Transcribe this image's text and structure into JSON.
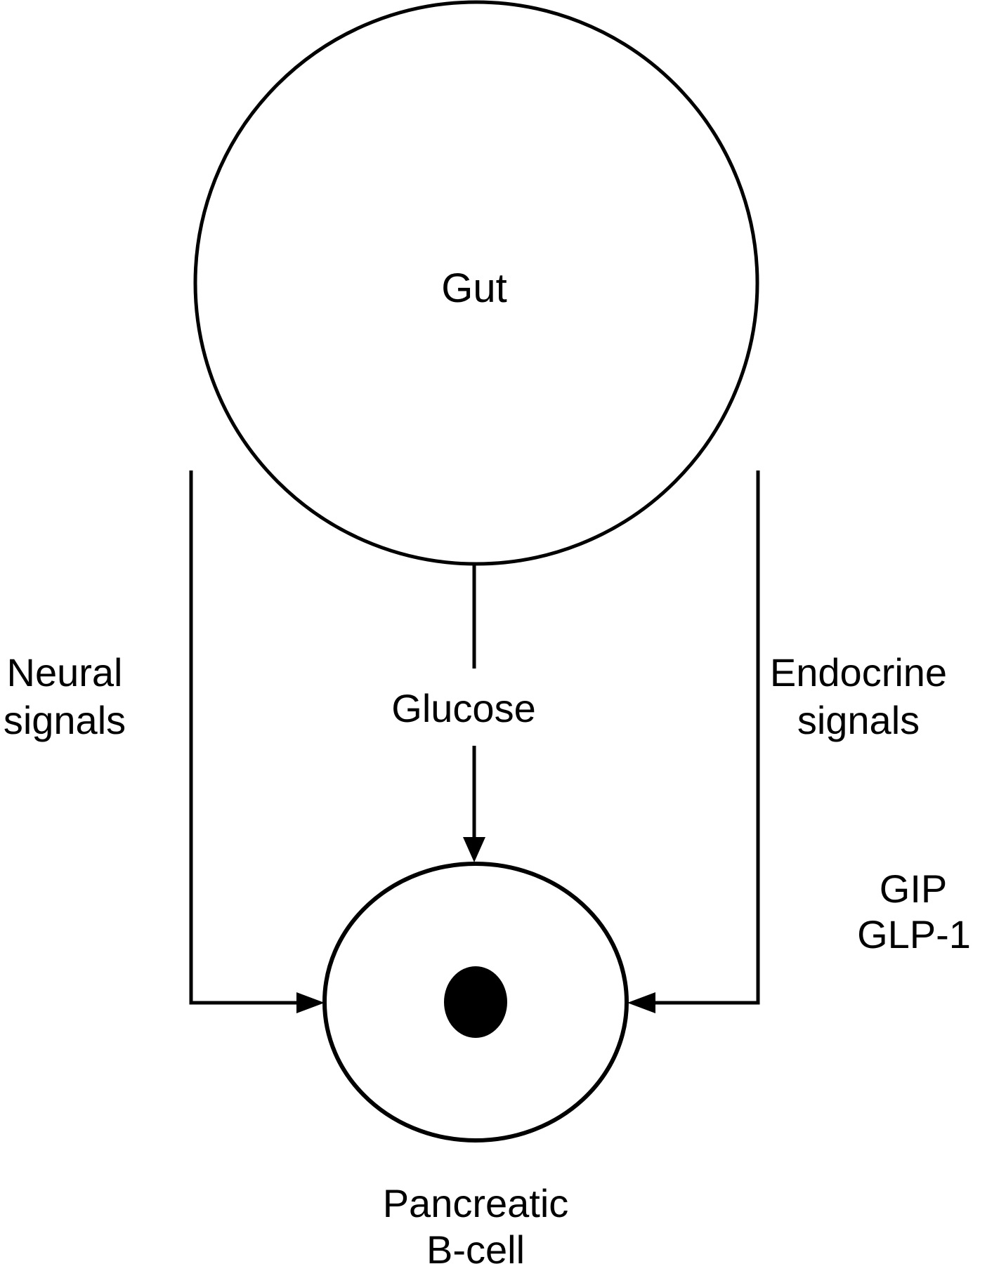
{
  "diagram": {
    "nodes": {
      "gut": {
        "label": "Gut"
      },
      "pancreatic_bcell": {
        "label_line1": "Pancreatic",
        "label_line2": "B-cell"
      }
    },
    "edges": {
      "neural": {
        "label_line1": "Neural",
        "label_line2": "signals"
      },
      "glucose": {
        "label": "Glucose"
      },
      "endocrine": {
        "label_line1": "Endocrine",
        "label_line2": "signals",
        "hormones_line1": "GIP",
        "hormones_line2": "GLP-1"
      }
    },
    "colors": {
      "stroke": "#000000",
      "background": "#ffffff",
      "nucleus_fill": "#000000"
    }
  }
}
